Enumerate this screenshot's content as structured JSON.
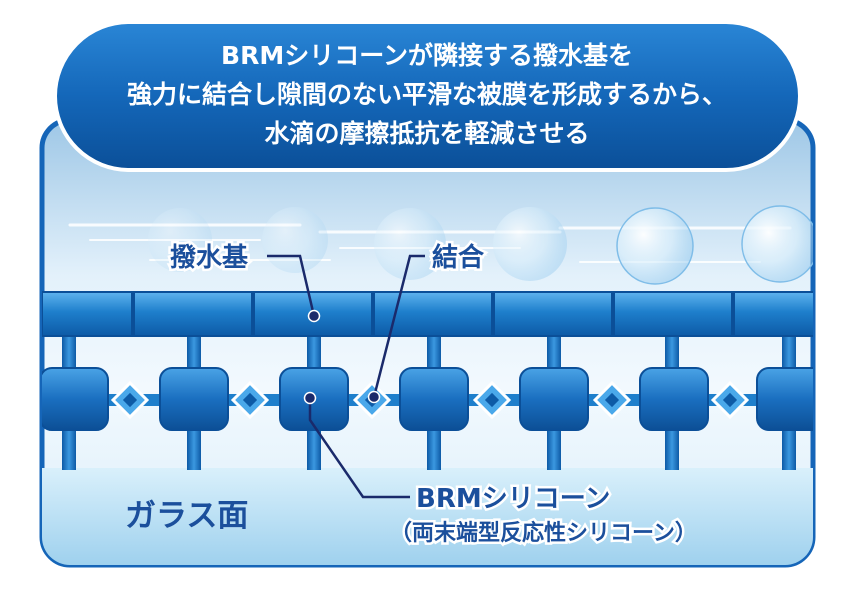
{
  "header": {
    "line1": "BRMシリコーンが隣接する撥水基を",
    "line2": "強力に結合し隙間のない平滑な被膜を形成するから、",
    "line3": "水滴の摩擦抵抗を軽減させる"
  },
  "labels": {
    "water_repellent": "撥水基",
    "bond": "結合",
    "brm_silicone": "BRMシリコーン",
    "brm_silicone_detail": "（両末端型反応性シリコーン）",
    "glass_surface": "ガラス面"
  },
  "colors": {
    "header_blue": "#1565b8",
    "bar_blue": "#1e7fcc",
    "block_blue": "#1a6fc0",
    "label_blue": "#1b4f9c",
    "leader_line": "#1a2a6b",
    "glass": "#bfe3f5"
  }
}
